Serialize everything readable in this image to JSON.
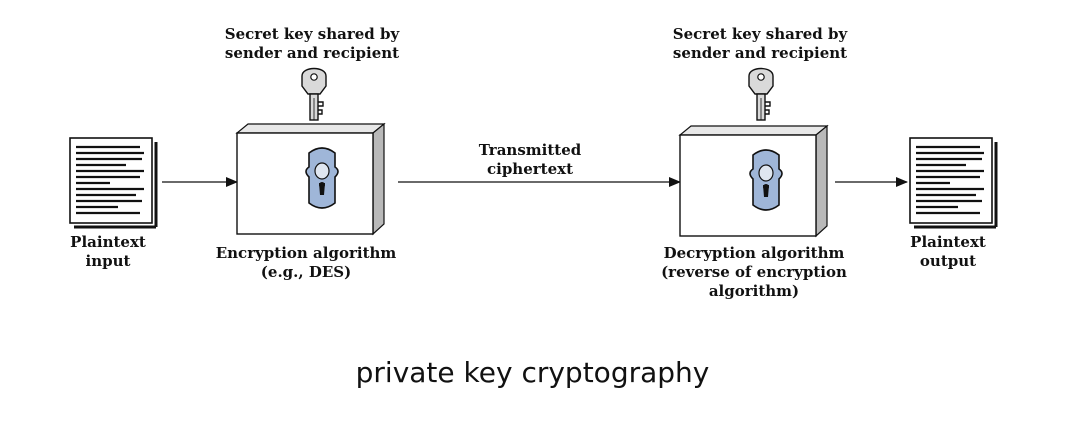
{
  "diagram": {
    "nodes": {
      "key_left": {
        "line1": "Secret key shared by",
        "line2": "sender and recipient"
      },
      "key_right": {
        "line1": "Secret key shared by",
        "line2": "sender and recipient"
      },
      "plaintext_input": {
        "line1": "Plaintext",
        "line2": "input"
      },
      "encryption": {
        "line1": "Encryption algorithm",
        "line2": "(e.g., DES)"
      },
      "transmitted": {
        "line1": "Transmitted",
        "line2": "ciphertext"
      },
      "decryption": {
        "line1": "Decryption algorithm",
        "line2": "(reverse of encryption",
        "line3": "algorithm)"
      },
      "plaintext_output": {
        "line1": "Plaintext",
        "line2": "output"
      }
    },
    "caption": "private key cryptography"
  },
  "colors": {
    "lock_fill": "#9fb6d8",
    "box_side": "#b9b9b9",
    "line": "#111111"
  }
}
